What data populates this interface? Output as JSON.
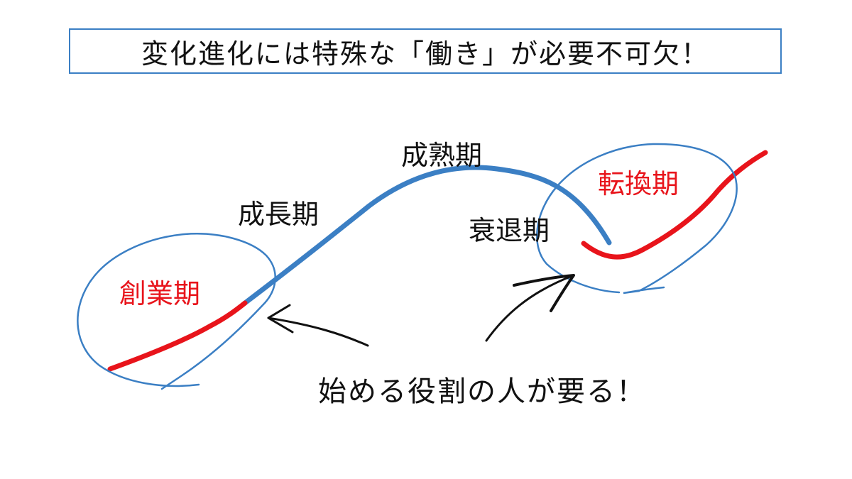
{
  "title": "変化進化には特殊な「働き」が必要不可欠！",
  "phases": {
    "startup": "創業期",
    "growth": "成長期",
    "maturity": "成熟期",
    "decline": "衰退期",
    "transition": "転換期"
  },
  "annotation": "始める役割の人が要る！",
  "colors": {
    "blue": "#3b7fc4",
    "red": "#e8141b",
    "ink": "#111111"
  }
}
